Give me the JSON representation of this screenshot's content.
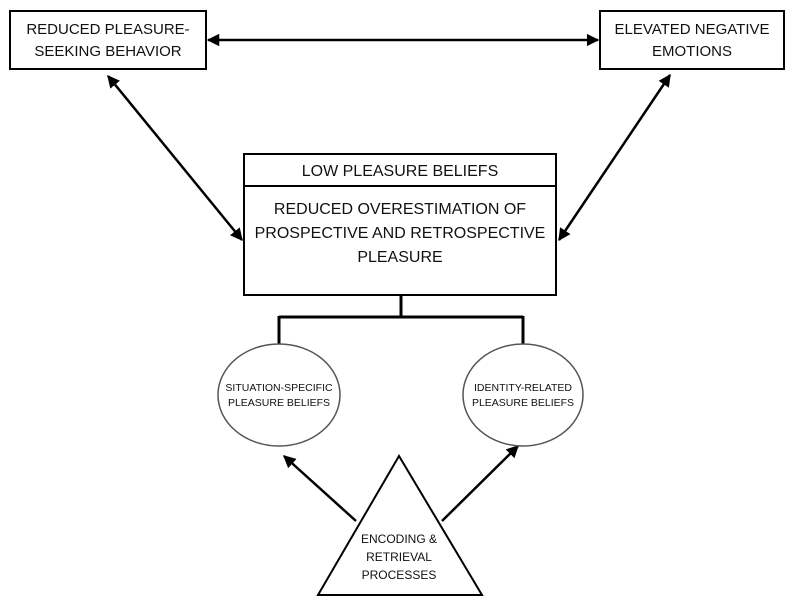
{
  "nodes": {
    "reduced_pleasure_seeking": {
      "lines": [
        "REDUCED PLEASURE-",
        "SEEKING BEHAVIOR"
      ]
    },
    "elevated_negative_emotions": {
      "lines": [
        "ELEVATED NEGATIVE",
        "EMOTIONS"
      ]
    },
    "low_pleasure_beliefs": {
      "title": "LOW PLEASURE BELIEFS",
      "lines": [
        "REDUCED OVERESTIMATION OF",
        "PROSPECTIVE AND RETROSPECTIVE",
        "PLEASURE"
      ]
    },
    "situation_specific": {
      "lines": [
        "SITUATION-SPECIFIC",
        "PLEASURE BELIEFS"
      ]
    },
    "identity_related": {
      "lines": [
        "IDENTITY-RELATED",
        "PLEASURE BELIEFS"
      ]
    },
    "encoding_retrieval": {
      "lines": [
        "ENCODING &",
        "RETRIEVAL",
        "PROCESSES"
      ]
    }
  },
  "edges": [
    {
      "from": "reduced_pleasure_seeking",
      "to": "elevated_negative_emotions",
      "kind": "bidirectional"
    },
    {
      "from": "reduced_pleasure_seeking",
      "to": "low_pleasure_beliefs",
      "kind": "bidirectional"
    },
    {
      "from": "elevated_negative_emotions",
      "to": "low_pleasure_beliefs",
      "kind": "bidirectional"
    },
    {
      "from": "low_pleasure_beliefs",
      "to": "situation_specific",
      "kind": "line"
    },
    {
      "from": "low_pleasure_beliefs",
      "to": "identity_related",
      "kind": "line"
    },
    {
      "from": "encoding_retrieval",
      "to": "situation_specific",
      "kind": "arrow"
    },
    {
      "from": "encoding_retrieval",
      "to": "identity_related",
      "kind": "arrow"
    }
  ]
}
